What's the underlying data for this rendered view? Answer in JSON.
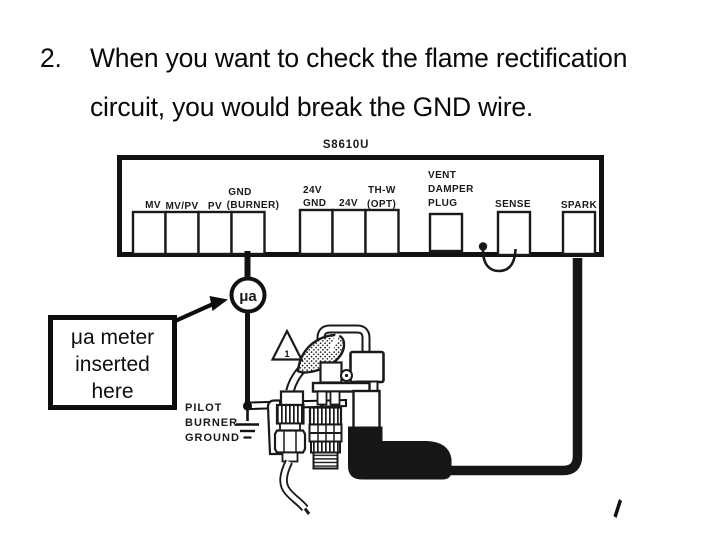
{
  "slide": {
    "number": "2.",
    "text_line1": "When you want to check the flame rectification",
    "text_line2": "circuit, you would break the GND wire."
  },
  "diagram": {
    "module_label": "S8610U",
    "terminals": {
      "mv": "MV",
      "mv_pv": "MV/PV",
      "pv": "PV",
      "gnd_line1": "GND",
      "gnd_line2": "(BURNER)",
      "v24_gnd_line1": "24V",
      "v24_gnd_line2": "GND",
      "v24": "24V",
      "th_w_line1": "TH-W",
      "th_w_line2": "(OPT)",
      "vent_line1": "VENT",
      "vent_line2": "DAMPER",
      "vent_line3": "PLUG",
      "sense": "SENSE",
      "spark": "SPARK"
    },
    "meter_symbol": "μa",
    "callout": {
      "line1": "μa meter",
      "line2": "inserted",
      "line3": "here"
    },
    "ground_label": {
      "line1": "PILOT",
      "line2": "BURNER",
      "line3": "GROUND"
    },
    "warning_number": "1"
  },
  "colors": {
    "ink": "#1a1a1a",
    "background": "#ffffff"
  }
}
